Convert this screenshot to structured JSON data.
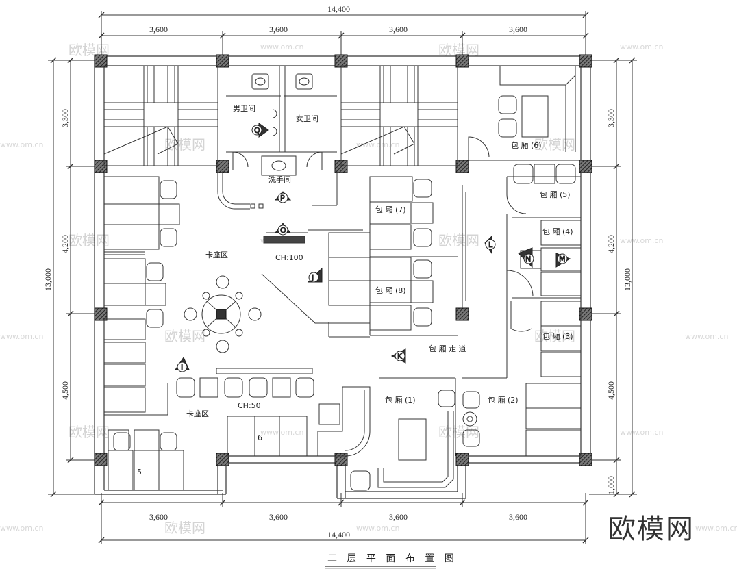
{
  "drawing": {
    "title": "二 层 平 面 布 置 图",
    "brand": "欧模网",
    "watermark_text": "欧模网",
    "watermark_url": "www.om.cn"
  },
  "dimensions": {
    "total_width": "14,400",
    "bay": "3,600",
    "total_depth": "13,000",
    "row_top": "3,300",
    "row_mid": "4,200",
    "row_bottom": "4,500",
    "row_tail": "1,000"
  },
  "rooms": {
    "mens_restroom": "男卫间",
    "womens_restroom": "女卫间",
    "wash_room": "洗手间",
    "booth_area": "卡座区",
    "booth_capacity_upper": "CH:100",
    "booth_capacity_lower": "CH:50",
    "private_room_1": "包 厢 (1)",
    "private_room_2": "包 厢 (2)",
    "private_room_3": "包 厢 (3)",
    "private_room_4": "包 厢 (4)",
    "private_room_5": "包 厢 (5)",
    "private_room_6": "包 厢 (6)",
    "private_room_7": "包 厢 (7)",
    "private_room_8": "包 厢 (8)",
    "corridor": "包 厢 走 道",
    "table_5": "5",
    "table_6": "6"
  },
  "view_markers": [
    "I",
    "J",
    "K",
    "L",
    "M",
    "N",
    "O",
    "P",
    "Q"
  ],
  "colors": {
    "line": "#333333",
    "column_fill": "#555555",
    "watermark": "#d4d4d4"
  }
}
